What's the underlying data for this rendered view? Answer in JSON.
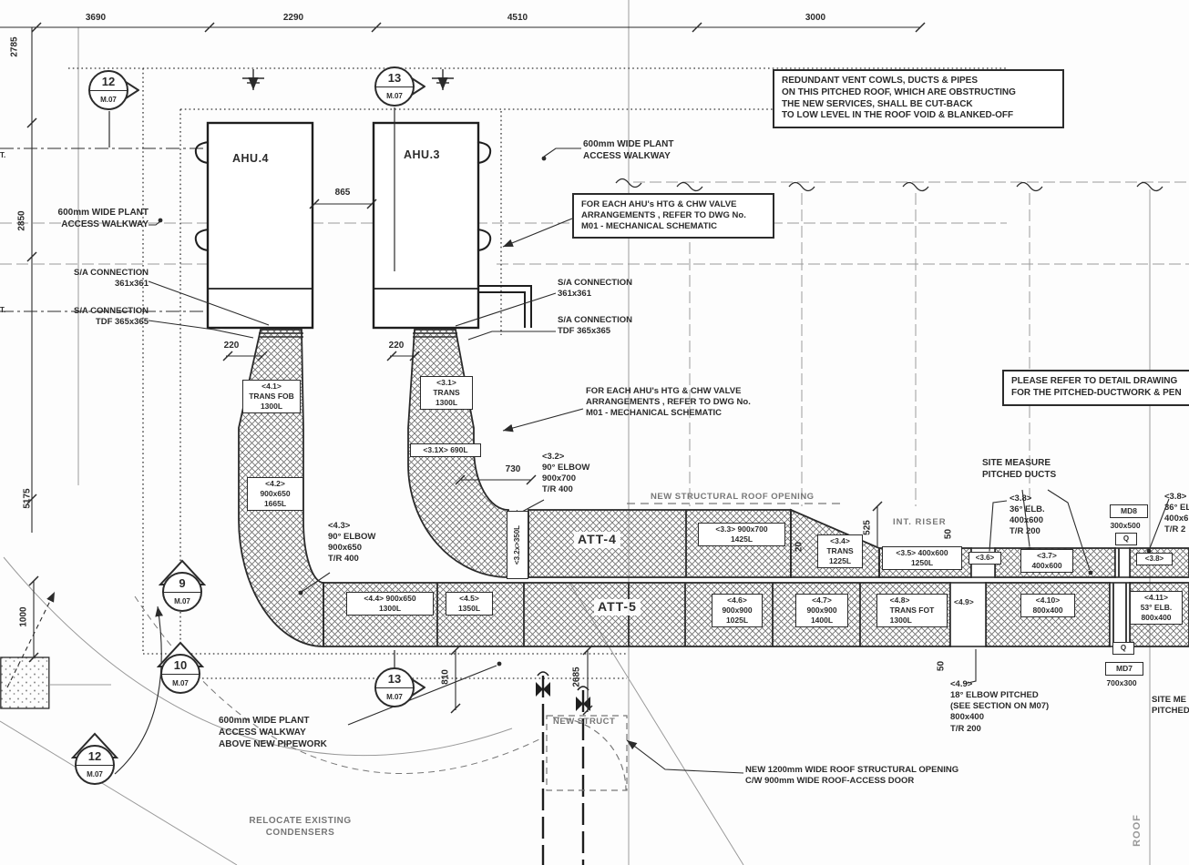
{
  "colors": {
    "ink": "#2b2b2b",
    "grey": "#8a8a8a",
    "hatch": "#6e6e6e"
  },
  "dims": {
    "top1": "3690",
    "top2": "2290",
    "top3": "4510",
    "top4": "3000",
    "v2785": "2785",
    "v2850": "2850",
    "v5175": "5175",
    "v1000": "1000",
    "h865": "865",
    "h220a": "220",
    "h220b": "220",
    "h730": "730",
    "v810": "810",
    "v2685": "2685",
    "v525": "525",
    "v50a": "50",
    "v20": "20",
    "v50b": "50"
  },
  "markers": {
    "m12top": {
      "num": "12",
      "sheet": "M.07"
    },
    "m13top": {
      "num": "13",
      "sheet": "M.07"
    },
    "m9": {
      "num": "9",
      "sheet": "M.07"
    },
    "m10": {
      "num": "10",
      "sheet": "M.07"
    },
    "m13bot": {
      "num": "13",
      "sheet": "M.07"
    },
    "m12bot": {
      "num": "12",
      "sheet": "M.07"
    }
  },
  "equipment": {
    "ahu4": "AHU.4",
    "ahu3": "AHU.3",
    "att4": "ATT-4",
    "att5": "ATT-5",
    "md8": "MD8",
    "md8_size": "300x500",
    "q_upper": "Q",
    "md7": "MD7",
    "md7_size": "700x300",
    "q_lower": "Q"
  },
  "duct_labels": {
    "l41": "<4.1>\nTRANS FOB\n1300L",
    "l42": "<4.2>\n900x650\n1665L",
    "l43": "<4.3>\n90° ELBOW\n900x650\nT/R 400",
    "l44": "<4.4> 900x650\n1300L",
    "l45": "<4.5>\n1350L",
    "l46": "<4.6>\n900x900\n1025L",
    "l47": "<4.7>\n900x900\n1400L",
    "l48": "<4.8>\nTRANS FOT\n1300L",
    "l49_tag": "<4.9>",
    "l49_note": "<4.9>\n18° ELBOW PITCHED\n(SEE SECTION ON M07)\n800x400\nT/R 200",
    "l410": "<4.10>\n800x400",
    "l411": "<4.11>\n53° ELB.\n800x400",
    "l31": "<3.1>\nTRANS\n1300L",
    "l31x": "<3.1X> 690L",
    "l32": "<3.2>\n90° ELBOW\n900x700\nT/R 400",
    "l32x": "<3.2x>350L",
    "l33": "<3.3> 900x700\n1425L",
    "l34": "<3.4>\nTRANS\n1225L",
    "l35": "<3.5> 400x600\n1250L",
    "l36": "<3.6>",
    "l37": "<3.7>\n400x600",
    "l38_note": "<3.8>\n36° ELB.\n400x600\nT/R 200",
    "l38_tag": "<3.8>",
    "l38_right": "<3.8>\n36° ELB\n400x6\nT/R 2"
  },
  "notes": {
    "redundant": "REDUNDANT VENT COWLS, DUCTS & PIPES\nON THIS PITCHED ROOF, WHICH ARE OBSTRUCTING\nTHE NEW SERVICES, SHALL BE CUT-BACK\nTO LOW LEVEL IN THE ROOF VOID & BLANKED-OFF",
    "valve1": "FOR EACH AHU's HTG & CHW VALVE\nARRANGEMENTS , REFER TO DWG No.\nM01 - MECHANICAL SCHEMATIC",
    "valve2": "FOR EACH AHU's HTG & CHW VALVE\nARRANGEMENTS , REFER TO DWG No.\nM01 - MECHANICAL SCHEMATIC",
    "detail": "PLEASE REFER TO DETAIL DRAWING\nFOR THE PITCHED-DUCTWORK & PEN",
    "walkway_left": "600mm WIDE PLANT\nACCESS WALKWAY",
    "walkway_right": "600mm WIDE PLANT\nACCESS WALKWAY",
    "walkway_bottom": "600mm WIDE PLANT\nACCESS WALKWAY\nABOVE NEW PIPEWORK",
    "sa_left_1": "S/A CONNECTION\n361x361",
    "sa_left_2": "S/A CONNECTION\nTDF 365x365",
    "sa_right_1": "S/A CONNECTION\n361x361",
    "sa_right_2": "S/A CONNECTION\nTDF 365x365",
    "roof_opening": "NEW STRUCTURAL ROOF OPENING",
    "site_measure": "SITE MEASURE\nPITCHED DUCTS",
    "int_riser": "INT. RISER",
    "new_struct": "NEW STRUCT",
    "roof_access": "NEW 1200mm WIDE ROOF STRUCTURAL OPENING\nC/W 900mm WIDE ROOF-ACCESS DOOR",
    "relocate": "RELOCATE EXISTING\nCONDENSERS",
    "site_measure_right": "SITE ME\nPITCHED",
    "roof_vert": "ROOF",
    "edge_t1": "T.",
    "edge_t2": "T."
  }
}
